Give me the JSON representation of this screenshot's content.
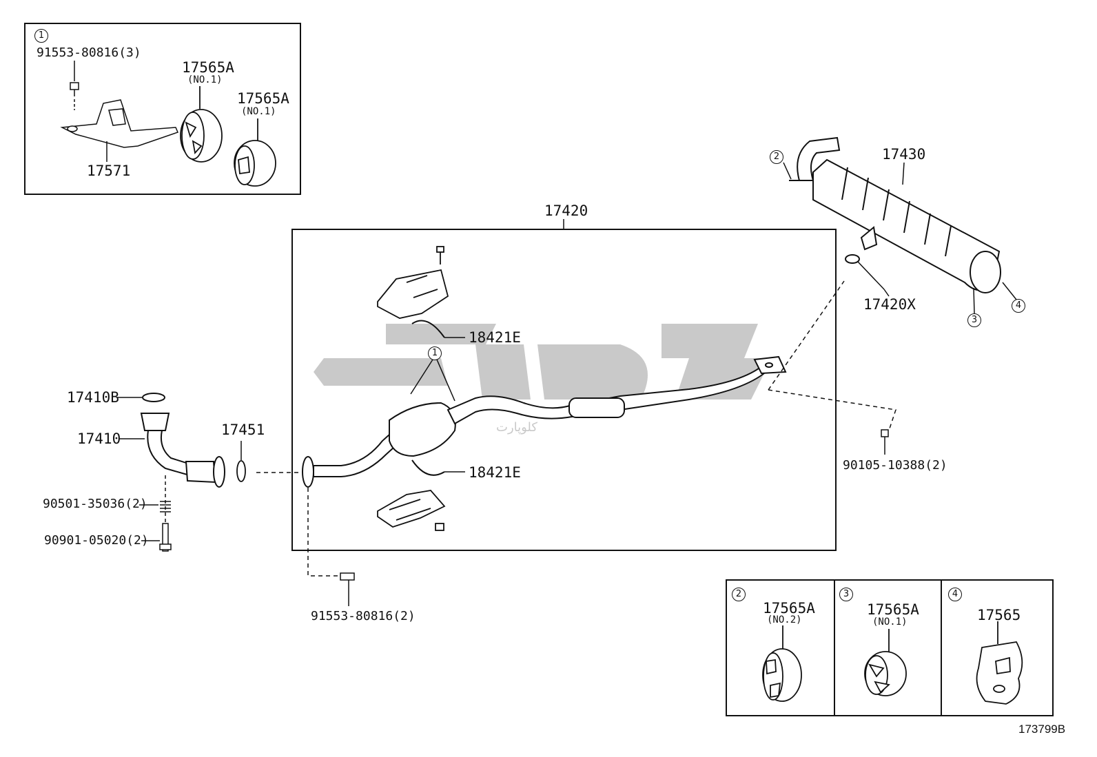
{
  "diagram_id": "173799B",
  "watermark": "کلوپارت",
  "inset_top_left": {
    "ref": "1",
    "parts": {
      "bolt": "91553-80816(3)",
      "hanger_a": "17565A",
      "hanger_a_note": "(NO.1)",
      "hanger_b": "17565A",
      "hanger_b_note": "(NO.1)",
      "bracket": "17571"
    }
  },
  "main": {
    "front_pipe_assy": "17420",
    "heat_insulator_upper": "18421E",
    "heat_insulator_lower": "18421E",
    "ref_hanger": "1"
  },
  "tail": {
    "muffler": "17430",
    "gasket": "17420X",
    "refs": [
      "2",
      "3",
      "4"
    ],
    "bolt": "90105-10388(2)"
  },
  "left": {
    "gasket_17410b": "17410B",
    "exhaust_pipe": "17410",
    "gasket_17451": "17451",
    "spring": "90501-35036(2)",
    "stud_bolt": "90901-05020(2)",
    "bottom_bolt": "91553-80816(2)"
  },
  "inset_bottom": [
    {
      "ref": "2",
      "part": "17565A",
      "note": "(NO.2)"
    },
    {
      "ref": "3",
      "part": "17565A",
      "note": "(NO.1)"
    },
    {
      "ref": "4",
      "part": "17565",
      "note": ""
    }
  ]
}
